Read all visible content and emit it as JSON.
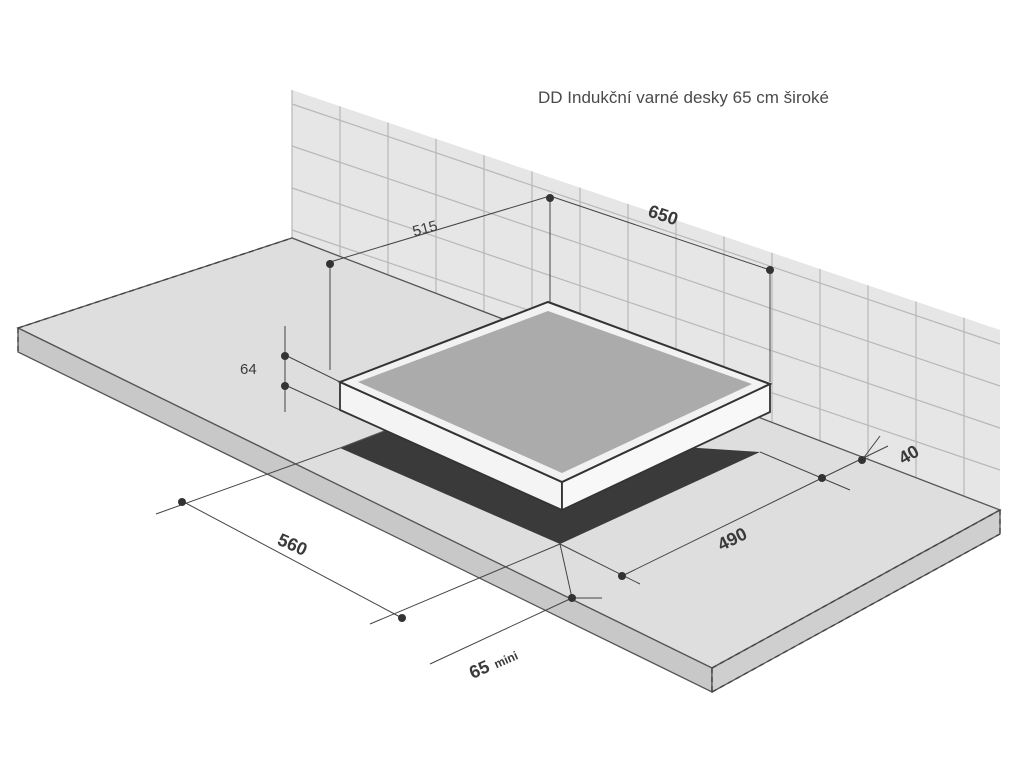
{
  "title": "DD Indukční varné desky 65 cm široké",
  "dimensions": {
    "depth_top": "515",
    "width_top": "650",
    "height": "64",
    "wall_gap": "40",
    "cutout_width": "560",
    "cutout_depth": "490",
    "front_min_value": "65",
    "front_min_unit": "mini"
  },
  "colors": {
    "counter_top": "#dedede",
    "counter_edge": "#c4c4c4",
    "wall": "#e6e6e6",
    "tile_line": "#b8b8b8",
    "hob_glass": "#ababab",
    "cutout": "#3a3a3a",
    "outline": "#404040"
  }
}
